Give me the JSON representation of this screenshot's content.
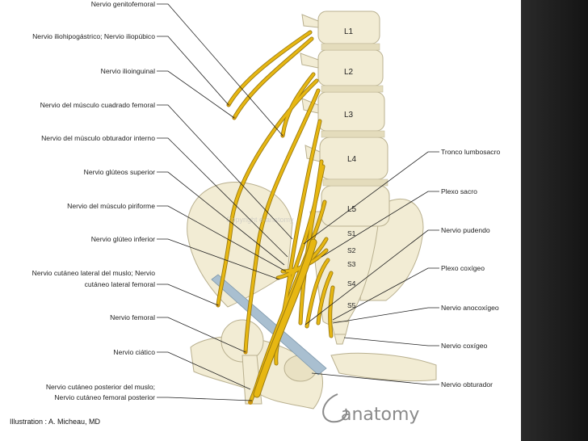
{
  "labels_left": [
    "Nervio genitofemoral",
    "Nervio iliohipogástrico; Nervio iliopúbico",
    "Nervio ilioinguinal",
    "Nervio del músculo cuadrado femoral",
    "Nervio del músculo obturador interno",
    "Nervio glúteos superior",
    "Nervio del músculo piriforme",
    "Nervio glúteo inferior",
    "Nervio cutáneo lateral del muslo; Nervio",
    "cutáneo lateral femoral",
    "Nervio femoral",
    "Nervio ciático",
    "Nervio cutáneo posterior del muslo;",
    "Nervio cutáneo femoral posterior"
  ],
  "labels_right": [
    "Tronco lumbosacro",
    "Plexo sacro",
    "Nervio pudendo",
    "Plexo coxígeo",
    "Nervio anocoxígeo",
    "Nervio coxígeo",
    "Nervio obturador"
  ],
  "vertebrae": [
    "L1",
    "L2",
    "L3",
    "L4",
    "L5"
  ],
  "sacral": [
    "S1",
    "S2",
    "S3",
    "S4",
    "S5"
  ],
  "credit": "Illustration : A. Micheau, MD",
  "logo": "anatomy",
  "watermark": "Copyright e-anatomy",
  "colors": {
    "nerve": "#e7b712",
    "bone": "#f2ecd4",
    "bone_outline": "#b9b08f",
    "ligament": "#a9bfd0",
    "band": "#1a1a1a"
  }
}
